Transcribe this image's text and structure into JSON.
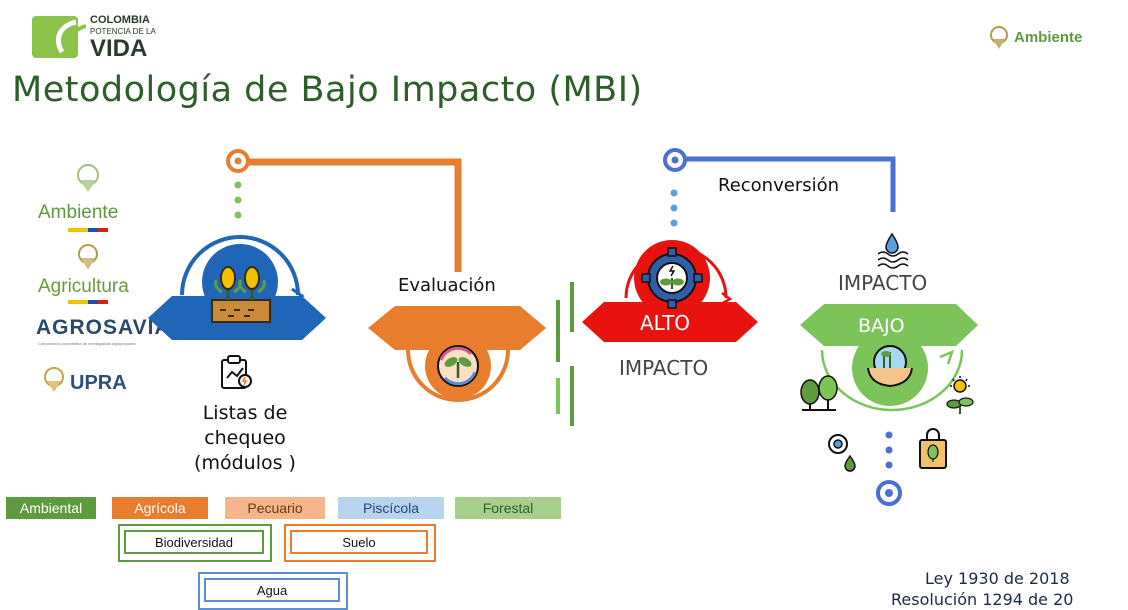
{
  "header": {
    "logo_line1": "COLOMBIA",
    "logo_line2": "POTENCIA DE LA",
    "logo_line3": "VIDA",
    "ministry": "Ambiente"
  },
  "title": "Metodología de Bajo Impacto (MBI)",
  "entities": [
    {
      "name": "Ambiente",
      "color": "#5f9a3a"
    },
    {
      "name": "Agricultura",
      "color": "#6a9a3a"
    },
    {
      "name": "AGROSAVIA",
      "color": "#2a4a6a"
    },
    {
      "name": "UPRA",
      "color": "#2e4f7a"
    }
  ],
  "agrosavia_caption": "Corporación colombiana de investigación agropecuaria",
  "checklists": {
    "line1": "Listas de",
    "line2": "chequeo",
    "line3": "(módulos )"
  },
  "evaluation": "Evaluación",
  "reconversion": "Reconversión",
  "alto": {
    "tag": "ALTO",
    "label": "IMPACTO"
  },
  "bajo": {
    "label": "IMPACTO",
    "tag": "BAJO"
  },
  "categories": [
    {
      "label": "Ambiental",
      "bg": "#5e9b3e",
      "fg": "#ffffff"
    },
    {
      "label": "Agrícola",
      "bg": "#e87d2e",
      "fg": "#ffffff"
    },
    {
      "label": "Pecuario",
      "bg": "#f5b48a",
      "fg": "#6a3a1a"
    },
    {
      "label": "Piscícola",
      "bg": "#b7d3ee",
      "fg": "#1f4a7a"
    },
    {
      "label": "Forestal",
      "bg": "#a8d08d",
      "fg": "#2e5e2a"
    }
  ],
  "subcategories": [
    {
      "label": "Biodiversidad",
      "color": "#5e9b3e"
    },
    {
      "label": "Suelo",
      "color": "#e87d2e"
    },
    {
      "label": "Agua",
      "color": "#5b8fd1"
    }
  ],
  "legal": {
    "line1": "Ley 1930 de 2018",
    "line2": "Resolución 1294 de 20"
  },
  "colors": {
    "green": "#5e9b3e",
    "orange": "#e87d2e",
    "blue": "#4a6fd6",
    "red": "#e8130f",
    "lightgreen": "#7cc45a",
    "darkblue": "#1f66b8"
  }
}
